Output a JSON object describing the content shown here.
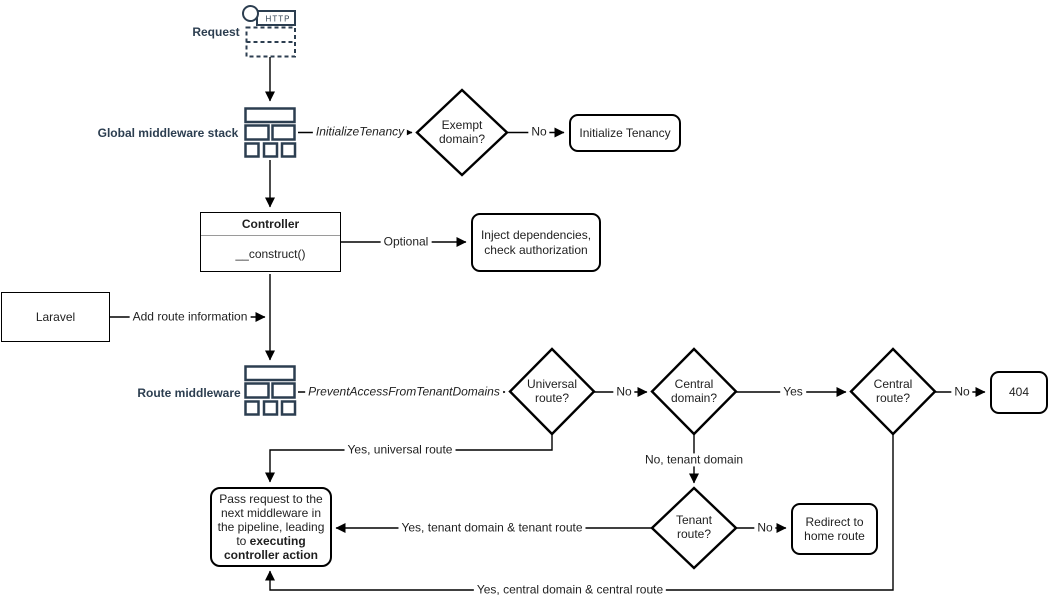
{
  "colors": {
    "accent": "#2c3e50",
    "line": "#000000",
    "node_border": "#000000",
    "background": "#ffffff"
  },
  "labels": {
    "request": "Request",
    "http": "HTTP",
    "global_middleware_stack": "Global middleware stack",
    "route_middleware": "Route middleware"
  },
  "nodes": {
    "exempt_domain": "Exempt domain?",
    "initialize_tenancy": "Initialize Tenancy",
    "controller_title": "Controller",
    "controller_method": "__construct()",
    "inject_dependencies": "Inject dependencies, check authorization",
    "laravel": "Laravel",
    "universal_route": "Universal route?",
    "central_domain": "Central domain?",
    "central_route": "Central route?",
    "not_found": "404",
    "tenant_route": "Tenant route?",
    "redirect_home": "Redirect to home route",
    "pass_request_text": "Pass request to the next middleware in the pipeline, leading to ",
    "pass_request_bold": "executing controller action"
  },
  "edges": {
    "initialize_tenancy_middleware": "InitializeTenancy",
    "no_exempt": "No",
    "optional": "Optional",
    "add_route_information": "Add route information",
    "prevent_access_middleware": "PreventAccessFromTenantDomains",
    "no_universal": "No",
    "yes_central_domain": "Yes",
    "no_central_route": "No",
    "yes_universal_route": "Yes, universal route",
    "no_tenant_domain": "No, tenant domain",
    "yes_tenant_route": "Yes, tenant domain & tenant route",
    "no_tenant_route": "No",
    "yes_central_route": "Yes, central domain & central route"
  }
}
